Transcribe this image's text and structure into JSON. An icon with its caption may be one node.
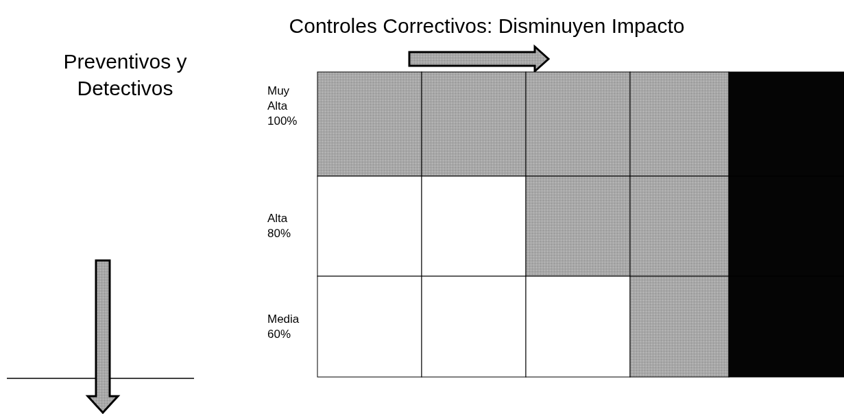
{
  "diagram": {
    "nodes": [
      {
        "text": [],
        "shape": "box"
      },
      {
        "text": [],
        "shape": "box"
      },
      {
        "text": [],
        "shape": "box"
      },
      {
        "text": [],
        "shape": "box"
      },
      {
        "text": [],
        "shape": "box"
      },
      {
        "text": [],
        "shape": "box"
      },
      {
        "text": [],
        "shape": "box"
      },
      {
        "text": [],
        "shape": "box"
      },
      {
        "text": [],
        "shape": "box"
      },
      {
        "text": [],
        "shape": "box"
      },
      {
        "text": [],
        "shape": "box"
      },
      {
        "text": [],
        "shape": "box"
      },
      {
        "text": [],
        "shape": "box"
      },
      {
        "text": [],
        "shape": "box"
      },
      {
        "text": [],
        "shape": "box"
      }
    ],
    "labels": [
      "Controles Correctivos: Disminuyen Impacto",
      "Preventivos y Detectivos",
      "Muy Alta 100%",
      "Alta 80%",
      "Media 60%"
    ]
  }
}
